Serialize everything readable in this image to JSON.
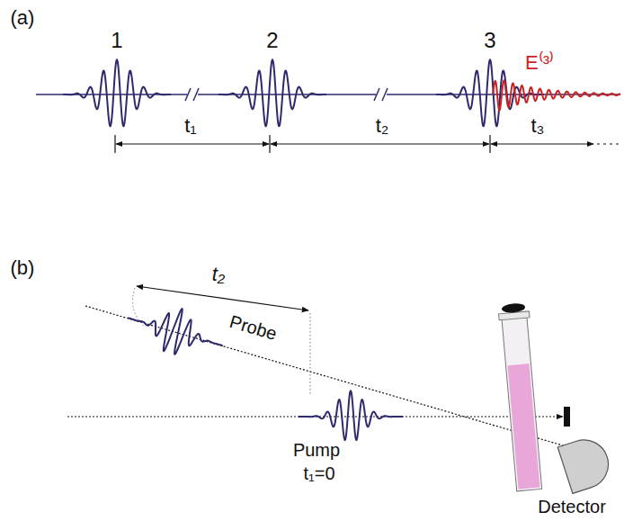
{
  "diagram": {
    "labels": [
      "(a)",
      "1",
      "2",
      "3",
      "E⁽³⁾",
      "t₁",
      "t₂",
      "t₃",
      "(b)",
      "t₂",
      "Probe",
      "Pump",
      "t₁=0",
      "Detector"
    ]
  }
}
